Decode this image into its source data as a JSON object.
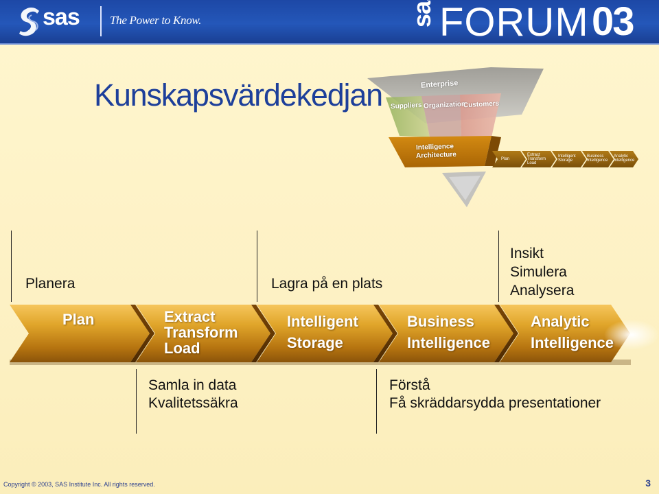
{
  "header": {
    "logo_text": "sas",
    "tagline": "The Power to Know.",
    "forum_prefix": "sas",
    "forum_word": "FORUM",
    "forum_year": "03",
    "brand_color": "#1d48a6"
  },
  "title": "Kunskapsvärdekedjan",
  "pyramid": {
    "top_label": "Enterprise",
    "segments": [
      "Suppliers",
      "Organization",
      "Customers"
    ],
    "middle_label_line1": "Intelligence",
    "middle_label_line2": "Architecture",
    "mini_chain": [
      "Plan",
      "Extract Transform Load",
      "Intelligent Storage",
      "Business Intelligence",
      "Analytic Intelligence"
    ]
  },
  "upper_annotations": {
    "planera": "Planera",
    "lagra": "Lagra på en plats",
    "insikt": "Insikt",
    "simulera": "Simulera",
    "analysera": "Analysera"
  },
  "chain": {
    "steps": [
      {
        "line1": "Plan",
        "line2": "",
        "line3": ""
      },
      {
        "line1": "Extract",
        "line2": "Transform",
        "line3": "Load"
      },
      {
        "line1": "Intelligent",
        "line2": "Storage",
        "line3": ""
      },
      {
        "line1": "Business",
        "line2": "Intelligence",
        "line3": ""
      },
      {
        "line1": "Analytic",
        "line2": "Intelligence",
        "line3": ""
      }
    ],
    "chevron_color": "#e0a52a"
  },
  "lower_annotations": {
    "samla": "Samla in data",
    "kvalitet": "Kvalitetssäkra",
    "forsta": "Förstå",
    "presentationer": "Få skräddarsydda presentationer"
  },
  "footer": {
    "copyright": "Copyright © 2003, SAS Institute Inc. All rights reserved.",
    "page_number": "3"
  }
}
